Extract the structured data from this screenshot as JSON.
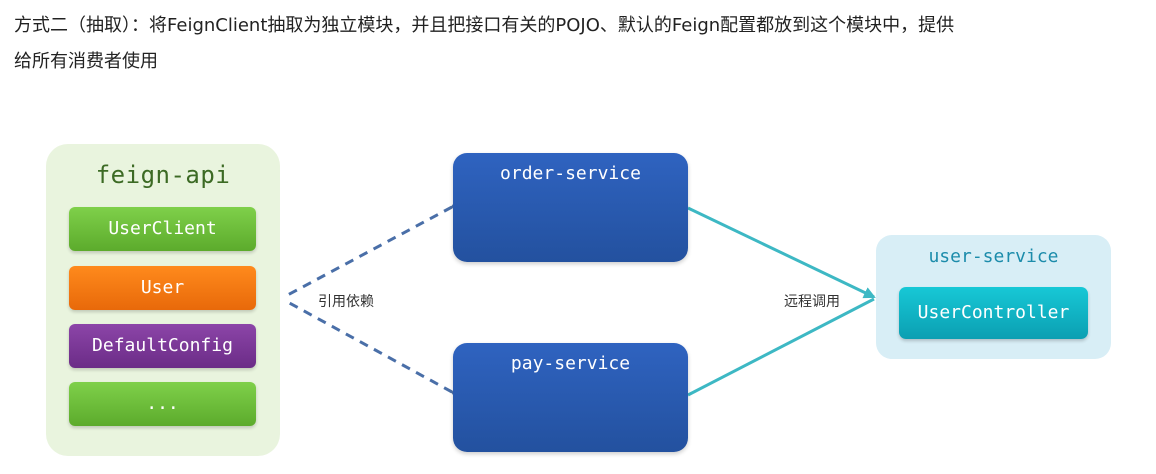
{
  "intro": {
    "line1": "方式二（抽取）：将FeignClient抽取为独立模块，并且把接口有关的POJO、默认的Feign配置都放到这个模块中，提供",
    "line2": "给所有消费者使用"
  },
  "feign_api": {
    "title": "feign-api",
    "items": [
      "UserClient",
      "User",
      "DefaultConfig",
      "..."
    ]
  },
  "services": {
    "order": "order-service",
    "pay": "pay-service"
  },
  "user_service": {
    "title": "user-service",
    "controller": "UserController"
  },
  "labels": {
    "dependency": "引用依赖",
    "remote_call": "远程调用"
  },
  "colors": {
    "dashed_arrow": "#4a6fa8",
    "solid_arrow": "#3db8c4",
    "service_blue": "#2a5cb0",
    "chip_green": "#6cbf3a",
    "chip_orange": "#f47a14",
    "chip_purple": "#7a3797",
    "controller_teal": "#12b5c6"
  }
}
